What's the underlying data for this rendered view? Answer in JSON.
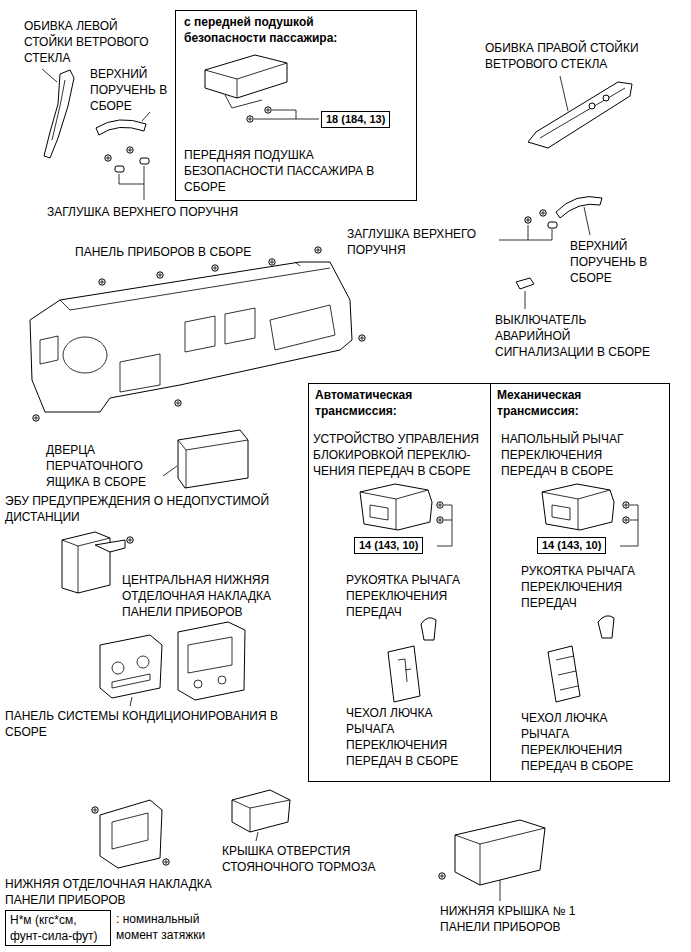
{
  "diagram": {
    "nodes": [
      {
        "text": [
          "с передней подушкой безопасности пассажира:",
          "ПЕРЕДНЯЯ ПОДУШКА БЕЗОПАСНОСТИ ПАССАЖИРА В СБОРЕ"
        ]
      },
      {
        "text": [
          "18 (184, 13)"
        ],
        "in": 0
      },
      {
        "text": [
          "Автоматическая трансмиссия:",
          "УСТРОЙСТВО УПРАВЛЕНИЯ БЛОКИРОВКОЙ ПЕРЕКЛЮ- ЧЕНИЯ ПЕРЕДАЧ В СБОРЕ",
          "РУКОЯТКА РЫЧАГА ПЕРЕКЛЮЧЕНИЯ ПЕРЕДАЧ",
          "ЧЕХОЛ ЛЮЧКА РЫЧАГА ПЕРЕКЛЮЧЕНИЯ ПЕРЕДАЧ В СБОРЕ"
        ]
      },
      {
        "text": [
          "14 (143, 10)"
        ],
        "in": 2
      },
      {
        "text": [
          "Механическая трансмиссия:",
          "НАПОЛЬНЫЙ РЫЧАГ ПЕРЕКЛЮЧЕНИЯ ПЕРЕДАЧ В СБОРЕ",
          "РУКОЯТКА РЫЧАГА ПЕРЕКЛЮЧЕНИЯ ПЕРЕДАЧ",
          "ЧЕХОЛ ЛЮЧКА РЫЧАГА ПЕРЕКЛЮЧЕНИЯ ПЕРЕДАЧ В СБОРЕ"
        ]
      },
      {
        "text": [
          "14 (143, 10)"
        ],
        "in": 4
      },
      {
        "text": [
          "Н*м (кгс*см, фунт-сила-фут)",
          ": номинальный момент затяжки"
        ]
      }
    ],
    "labels": [
      "ОБИВКА ЛЕВОЙ СТОЙКИ ВЕТРОВОГО СТЕКЛА",
      "ВЕРХНИЙ ПОРУЧЕНЬ В СБОРЕ",
      "ЗАГЛУШКА ВЕРХНЕГО ПОРУЧНЯ",
      "ОБИВКА ПРАВОЙ СТОЙКИ ВЕТРОВОГО СТЕКЛА",
      "ЗАГЛУШКА ВЕРХНЕГО ПОРУЧНЯ",
      "ВЕРХНИЙ ПОРУЧЕНЬ В СБОРЕ",
      "ПАНЕЛЬ ПРИБОРОВ В СБОРЕ",
      "ВЫКЛЮЧАТЕЛЬ АВАРИЙНОЙ СИГНАЛИЗАЦИИ В СБОРЕ",
      "ДВЕРЦА ПЕРЧАТОЧНОГО ЯЩИКА В СБОРЕ",
      "ЭБУ ПРЕДУПРЕЖДЕНИЯ О НЕДОПУСТИМОЙ ДИСТАНЦИИ",
      "ЦЕНТРАЛЬНАЯ НИЖНЯЯ ОТДЕЛОЧНАЯ НАКЛАДКА ПАНЕЛИ ПРИБОРОВ",
      "ПАНЕЛЬ СИСТЕМЫ КОНДИЦИОНИРОВАНИЯ В СБОРЕ",
      "КРЫШКА ОТВЕРСТИЯ СТОЯНОЧНОГО ТОРМОЗА",
      "НИЖНЯЯ ОТДЕЛОЧНАЯ НАКЛАДКА ПАНЕЛИ ПРИБОРОВ",
      "НИЖНЯЯ КРЫШКА № 1 ПАНЕЛИ ПРИБОРОВ"
    ]
  }
}
